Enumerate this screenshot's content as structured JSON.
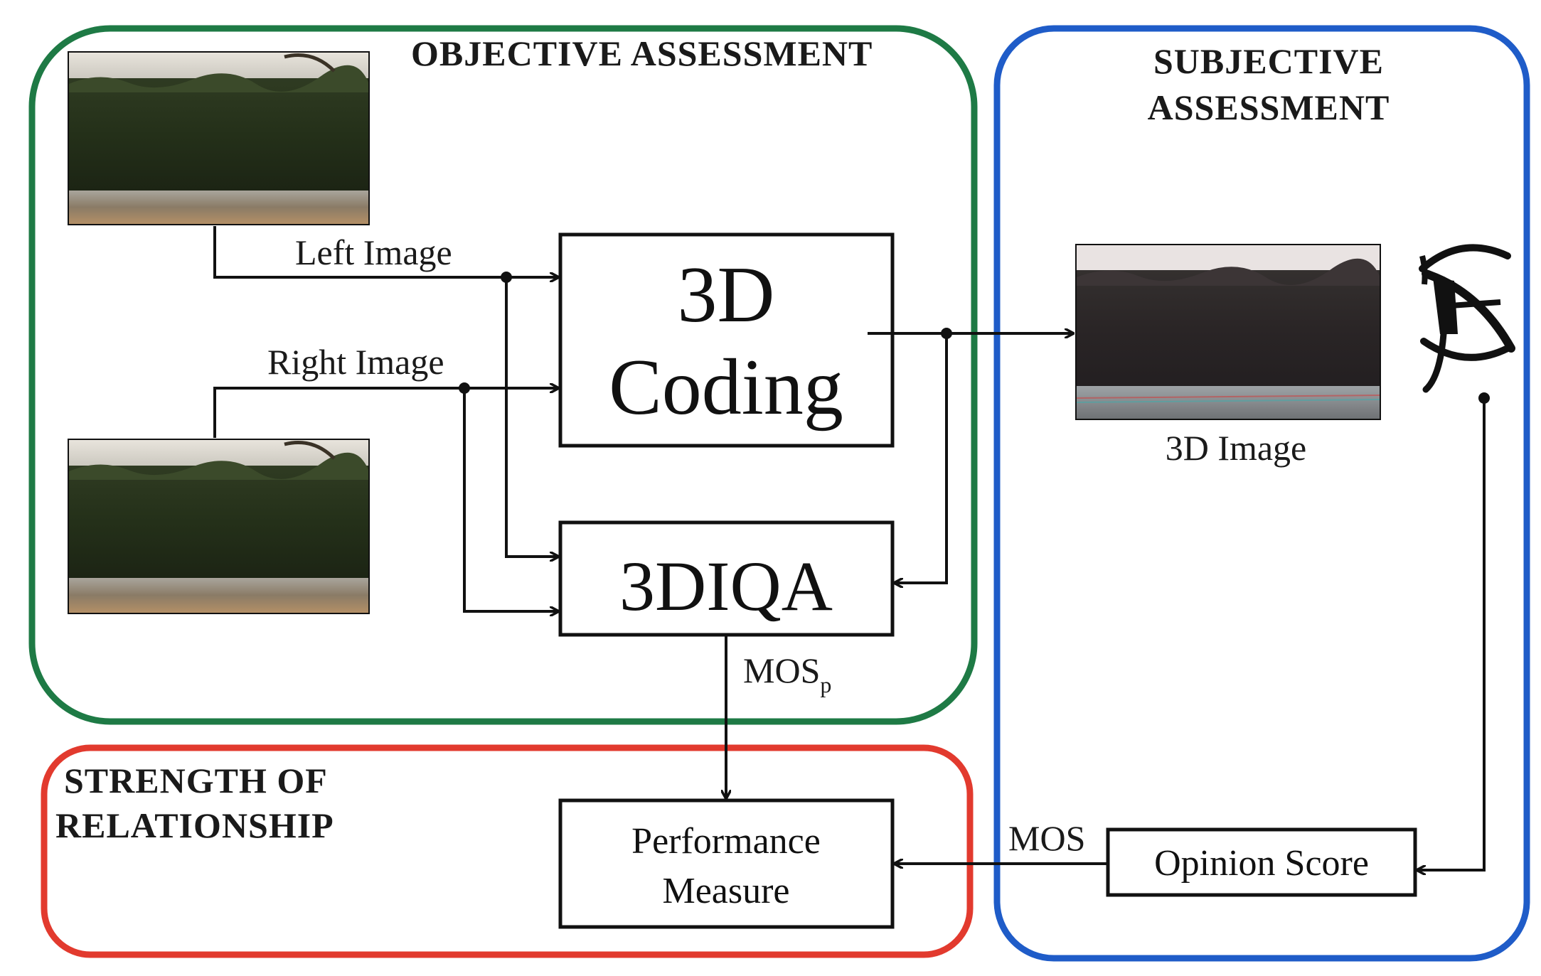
{
  "regions": {
    "objective": {
      "title": "OBJECTIVE ASSESSMENT",
      "color": "#1e7a45"
    },
    "subjective": {
      "title_line1": "SUBJECTIVE",
      "title_line2": "ASSESSMENT",
      "color": "#1f5cc8"
    },
    "strength": {
      "title_line1": "STRENGTH OF",
      "title_line2": "RELATIONSHIP",
      "color": "#e23a2e"
    }
  },
  "labels": {
    "left_image": "Left Image",
    "right_image": "Right Image",
    "image_3d": "3D Image",
    "mos_p_base": "MOS",
    "mos_p_sub": "p",
    "mos": "MOS"
  },
  "blocks": {
    "coding_line1": "3D",
    "coding_line2": "Coding",
    "iqa": "3DIQA",
    "performance_line1": "Performance",
    "performance_line2": "Measure",
    "opinion": "Opinion Score"
  },
  "icons": {
    "eye": "eye-icon",
    "left_photo": "photo-left-view",
    "right_photo": "photo-right-view",
    "photo_3d": "photo-anaglyph-3d"
  }
}
